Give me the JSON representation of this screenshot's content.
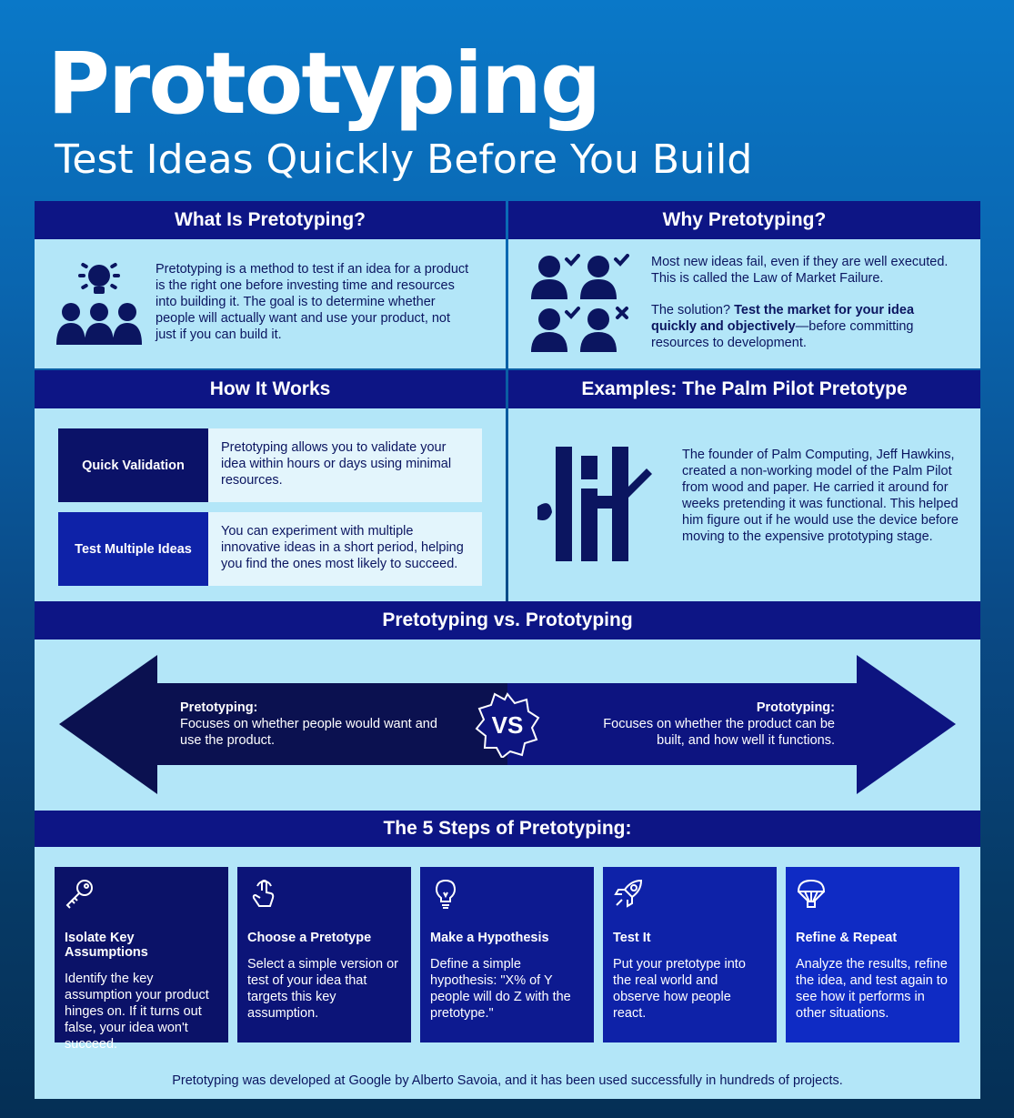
{
  "header": {
    "title": "Prototyping",
    "subtitle": "Test Ideas Quickly Before You Build"
  },
  "what_is": {
    "heading": "What Is Pretotyping?",
    "icon": "idea-team-icon",
    "text": "Pretotyping is a method to test if an idea for a product is the right one before investing time and resources into building it. The goal is to determine whether people will actually want and use your product, not just if you can build it."
  },
  "why": {
    "heading": "Why Pretotyping?",
    "icon": "people-check-icon",
    "text1": "Most new ideas fail, even if they are well executed. This is called the Law of Market Failure.",
    "text2_prefix": "The solution? ",
    "text2_bold": "Test the market for your idea quickly and objectively",
    "text2_suffix": "—before committing resources to development."
  },
  "how": {
    "heading": "How It Works",
    "items": [
      {
        "label": "Quick Validation",
        "text": "Pretotyping allows you to validate your idea within hours or days using minimal resources."
      },
      {
        "label": "Test Multiple Ideas",
        "text": "You can experiment with multiple innovative ideas in a short period, helping you find the ones most likely to succeed."
      }
    ]
  },
  "examples": {
    "heading": "Examples: The Palm Pilot Pretotype",
    "icon": "wood-block-icon",
    "text": "The founder of Palm Computing, Jeff Hawkins, created a non-working model of the Palm Pilot from wood and paper. He carried it around for weeks pretending it was functional. This helped him figure out if he would use the device before moving to the expensive prototyping stage."
  },
  "versus": {
    "heading": "Pretotyping vs. Prototyping",
    "vs_label": "VS",
    "left_title": "Pretotyping:",
    "left_text": "Focuses on whether people would want and use the product.",
    "right_title": "Prototyping:",
    "right_text": "Focuses on whether the product can be built, and how well it functions."
  },
  "steps": {
    "heading": "The 5 Steps of Pretotyping:",
    "items": [
      {
        "icon": "key-icon",
        "title": "Isolate Key Assumptions",
        "text": "Identify the key assumption your product hinges on. If it turns out false, your idea won't succeed.",
        "color": "#0b1268"
      },
      {
        "icon": "tap-hand-icon",
        "title": "Choose a Pretotype",
        "text": "Select a simple version or test of your idea that targets this key assumption.",
        "color": "#0c1478"
      },
      {
        "icon": "lightbulb-icon",
        "title": "Make a Hypothesis",
        "text": "Define a simple hypothesis: \"X% of Y people will do Z with the pretotype.\"",
        "color": "#0d1a90"
      },
      {
        "icon": "rocket-icon",
        "title": "Test It",
        "text": "Put your pretotype into the real world and observe how people react.",
        "color": "#0e22a8"
      },
      {
        "icon": "parachute-icon",
        "title": "Refine & Repeat",
        "text": "Analyze the results, refine the idea, and test again to see how it performs in other situations.",
        "color": "#0f2bc4"
      }
    ]
  },
  "footer": "Pretotyping was developed at Google by Alberto Savoia, and it has been used successfully in hundreds of projects."
}
